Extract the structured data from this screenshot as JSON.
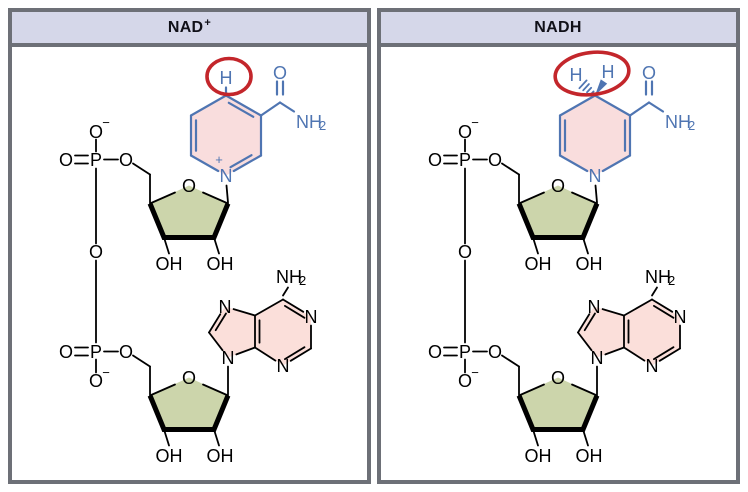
{
  "panels": [
    {
      "title": "NAD",
      "title_sup": "+",
      "variant": "oxidized"
    },
    {
      "title": "NADH",
      "title_sup": "",
      "variant": "reduced"
    }
  ],
  "atoms": {
    "oxygen": "O",
    "phosphorus": "P",
    "nitrogen": "N",
    "hydrogen": "H",
    "hydroxyl": "OH",
    "amino": "NH",
    "subscript_two": "2",
    "charge_minus": "−",
    "charge_plus": "+"
  },
  "colors": {
    "blue": "#4f75b2",
    "nicotinamide_fill": "#f9dddd",
    "adenine_fill": "#fbdfda",
    "ribose_fill": "#ccd5ab",
    "highlight_red": "#c3262b",
    "bond_black": "#000000",
    "header_bg": "#d5d7e9",
    "border_gray": "#6d7077"
  }
}
